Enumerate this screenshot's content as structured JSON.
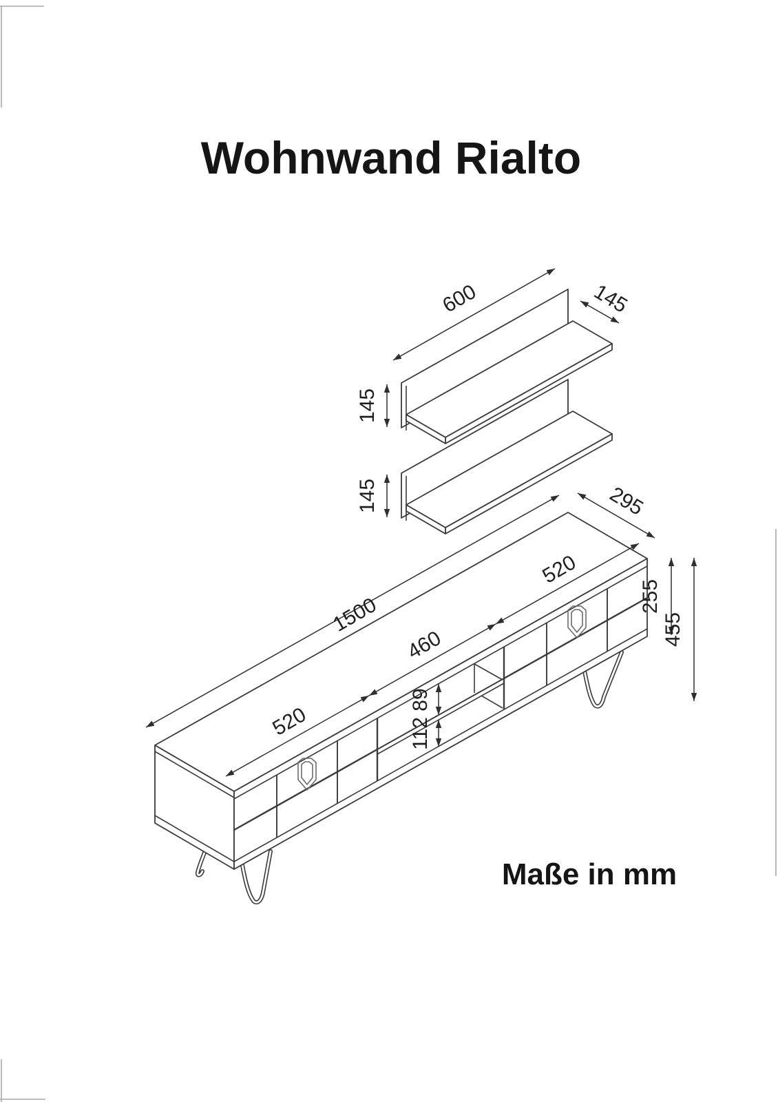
{
  "title": "Wohnwand Rialto",
  "units_note": "Maße in mm",
  "dims": {
    "shelf_length": "600",
    "shelf_depth": "145",
    "shelf_upper_height": "145",
    "shelf_lower_height": "145",
    "board_depth": "295",
    "board_length": "1500",
    "left_door_width": "520",
    "open_section_width": "460",
    "right_door_width": "520",
    "open_upper_height": "89",
    "open_lower_height": "112",
    "carcass_height": "255",
    "total_height": "455"
  }
}
